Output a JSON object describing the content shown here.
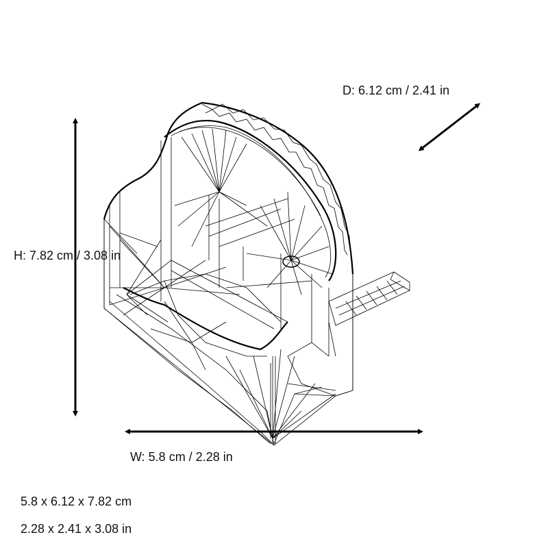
{
  "dimensions": {
    "depth_label": "D: 6.12 cm / 2.41 in",
    "height_label": "H: 7.82 cm / 3.08 in",
    "width_label": "W: 5.8 cm / 2.28 in",
    "summary_cm": "5.8 x 6.12 x 7.82 cm",
    "summary_in": "2.28 x 2.41 x 3.08 in",
    "values_cm": {
      "width": 5.8,
      "depth": 6.12,
      "height": 7.82
    },
    "values_in": {
      "width": 2.28,
      "depth": 2.41,
      "height": 3.08
    }
  },
  "model": {
    "render_style": "wireframe",
    "line_color": "#000000",
    "background": "#ffffff"
  }
}
